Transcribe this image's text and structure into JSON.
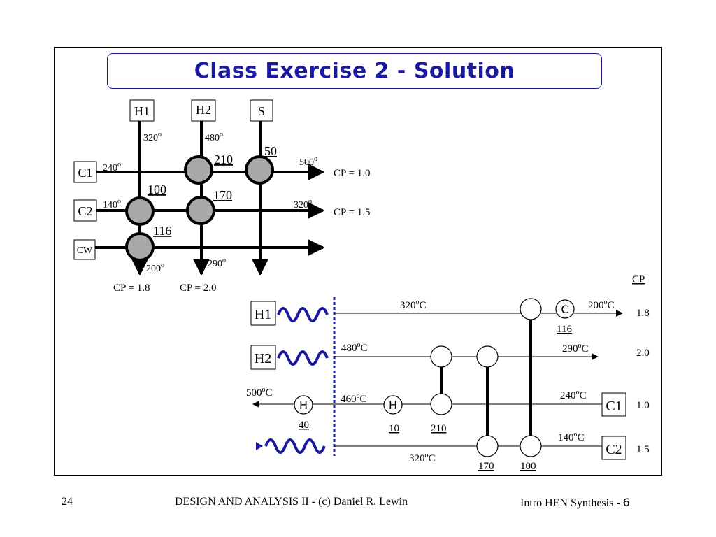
{
  "title": "Class Exercise 2 - Solution",
  "grid": {
    "hot_streams": [
      "H1",
      "H2",
      "S"
    ],
    "hot_temps": [
      "320",
      "480"
    ],
    "cold_streams": [
      "C1",
      "C2",
      "CW"
    ],
    "cold_in_temps": [
      "240",
      "140"
    ],
    "cold_out_temps": [
      "500",
      "320"
    ],
    "cold_cp": [
      "CP = 1.0",
      "CP = 1.5"
    ],
    "hot_out_temps": [
      "200",
      "290"
    ],
    "hot_cp": [
      "CP = 1.8",
      "CP = 2.0"
    ],
    "duties": [
      "210",
      "50",
      "100",
      "170",
      "116"
    ],
    "degree": "o"
  },
  "network": {
    "cp_header": "CP",
    "h1_label": "H1",
    "h2_label": "H2",
    "c1_label": "C1",
    "c2_label": "C2",
    "h1_in": "320",
    "h1_out": "200",
    "h2_in": "480",
    "h2_out": "290",
    "c1_out": "500",
    "c1_mid": "460",
    "c1_in": "240",
    "c2_in": "140",
    "c2_out": "320",
    "unit": "C",
    "cp_values": [
      "1.8",
      "2.0",
      "1.0",
      "1.5"
    ],
    "cooler_label": "C",
    "heater_label": "H",
    "duties": {
      "cooler": "116",
      "heater_outer": "40",
      "heater_inner": "10",
      "ex_210": "210",
      "ex_170": "170",
      "ex_100": "100"
    }
  },
  "footer": {
    "page": "24",
    "center": "DESIGN AND ANALYSIS II - (c) Daniel R. Lewin",
    "right_text": "Intro HEN Synthesis - ",
    "right_num": "6"
  }
}
